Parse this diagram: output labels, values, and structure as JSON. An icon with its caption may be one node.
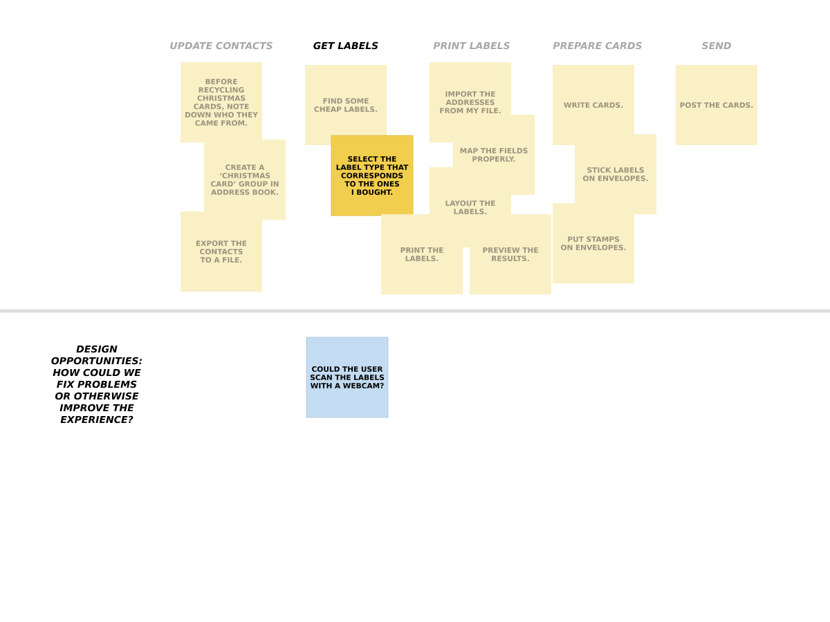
{
  "diagram": {
    "nodes": [
      {
        "text": [
          "BEFORE RECYCLING CHRISTMAS CARDS, NOTE DOWN WHO THEY CAME FROM."
        ]
      },
      {
        "text": [
          "CREATE A ‘CHRISTMAS CARD’ GROUP IN ADDRESS BOOK."
        ]
      },
      {
        "text": [
          "EXPORT THE CONTACTS TO A FILE."
        ]
      },
      {
        "text": [
          "FIND SOME CHEAP LABELS."
        ]
      },
      {
        "text": [
          "SELECT THE LABEL TYPE THAT CORRESPONDS TO THE ONES I BOUGHT."
        ]
      },
      {
        "text": [
          "IMPORT THE ADDRESSES FROM MY FILE."
        ]
      },
      {
        "text": [
          "MAP THE FIELDS PROPERLY."
        ]
      },
      {
        "text": [
          "LAYOUT THE LABELS."
        ]
      },
      {
        "text": [
          "PRINT THE LABELS."
        ]
      },
      {
        "text": [
          "PREVIEW THE RESULTS."
        ]
      },
      {
        "text": [
          "WRITE CARDS."
        ]
      },
      {
        "text": [
          "STICK LABELS ON ENVELOPES."
        ]
      },
      {
        "text": [
          "PUT STAMPS ON ENVELOPES."
        ]
      },
      {
        "text": [
          "POST THE CARDS."
        ]
      },
      {
        "text": [
          "COULD THE USER SCAN THE LABELS WITH A WEBCAM?"
        ]
      }
    ],
    "labels": [
      "UPDATE CONTACTS",
      "GET LABELS",
      "PRINT LABELS",
      "PREPARE CARDS",
      "SEND",
      "DESIGN OPPORTUNITIES: HOW COULD WE FIX PROBLEMS OR OTHERWISE IMPROVE THE EXPERIENCE?"
    ]
  }
}
